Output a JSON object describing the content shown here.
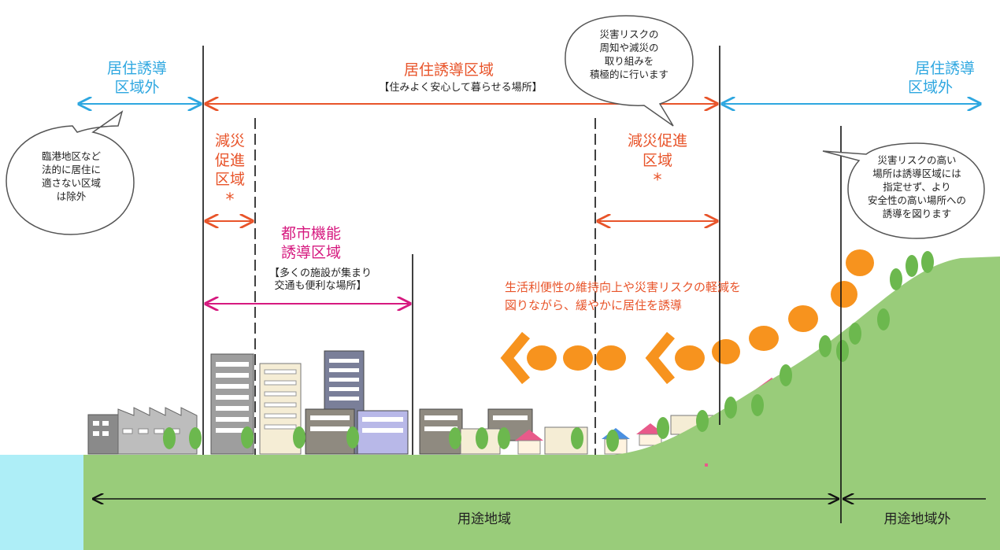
{
  "labels": {
    "outside_left": [
      "居住誘導",
      "区域外"
    ],
    "outside_right": [
      "居住誘導",
      "区域外"
    ],
    "residential_zone": "居住誘導区域",
    "residential_zone_sub": "【住みよく安心して暮らせる場所】",
    "disaster_left": [
      "減災",
      "促進",
      "区域",
      "*"
    ],
    "disaster_right": [
      "減災促進",
      "区域",
      "*"
    ],
    "urban_function": [
      "都市機能",
      "誘導区域"
    ],
    "urban_function_sub": [
      "【多くの施設が集まり",
      "交通も便利な場所】"
    ],
    "guidance_text": [
      "生活利便性の維持向上や災害リスクの軽減を",
      "図りながら、緩やかに居住を誘導"
    ],
    "youto_chiiki": "用途地域",
    "youto_chiiki_gai": "用途地域外"
  },
  "bubbles": {
    "top": [
      "災害リスクの",
      "周知や減災の",
      "取り組みを",
      "積極的に行います"
    ],
    "left": [
      "臨港地区など",
      "法的に居住に",
      "適さない区域",
      "は除外"
    ],
    "right": [
      "災害リスクの高い",
      "場所は誘導区域には",
      "指定せず、より",
      "安全性の高い場所への",
      "誘導を図ります"
    ]
  },
  "colors": {
    "blue": "#2ea7e0",
    "red": "#e8542a",
    "magenta": "#d6197f",
    "orange": "#f7931e",
    "ground": "#99cc7a",
    "water": "#aeeef7",
    "tree": "#6cb84e"
  }
}
